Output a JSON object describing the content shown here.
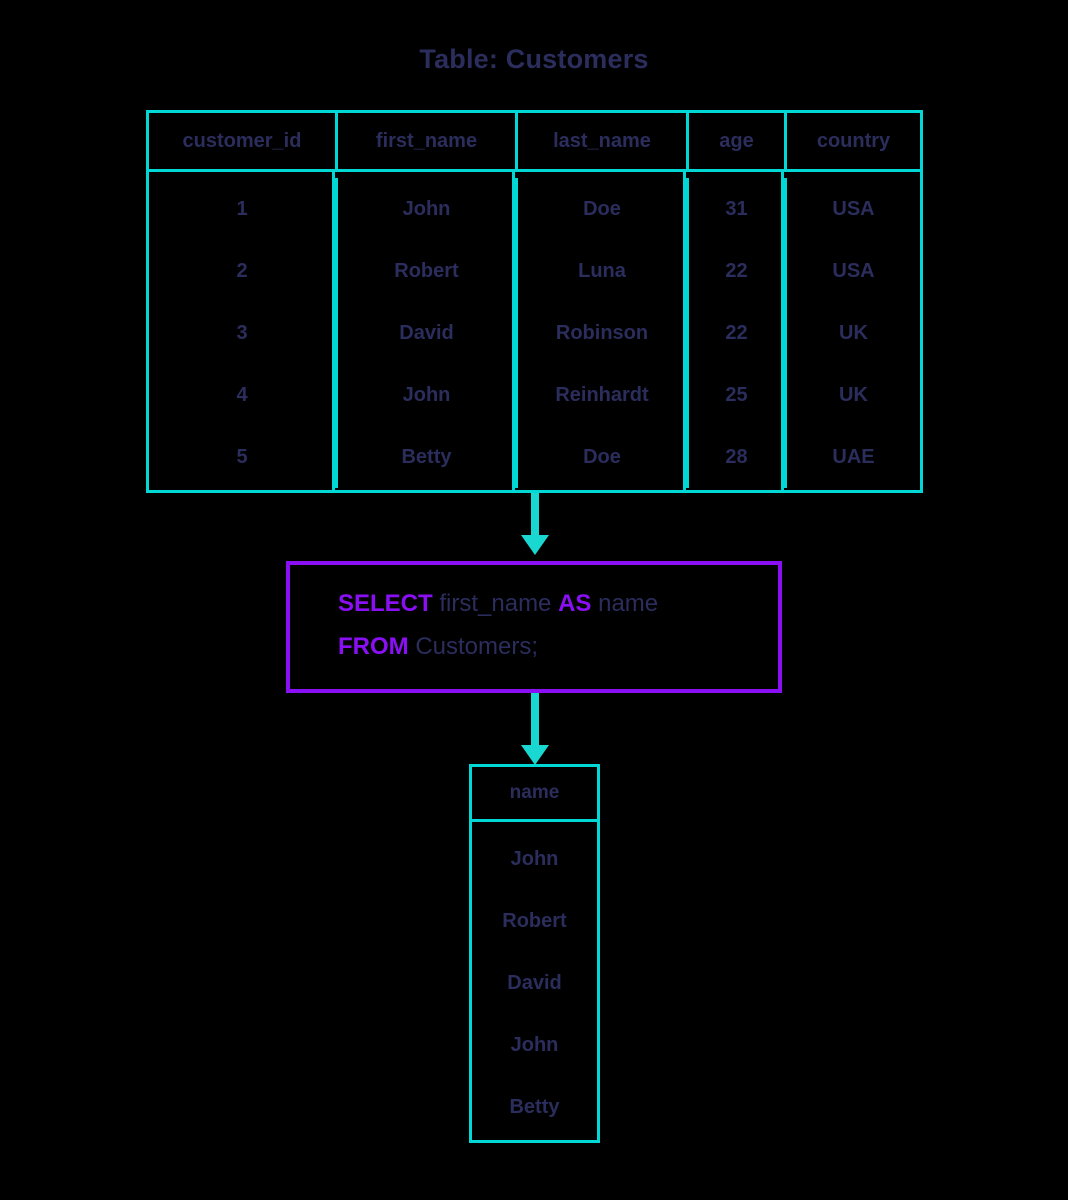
{
  "title": "Table: Customers",
  "colors": {
    "background": "#000000",
    "table_border": "#00D8D6",
    "arrow": "#19D8D2",
    "query_border": "#8A0FF5",
    "keyword": "#8A0FF5",
    "text": "#2B2D5C"
  },
  "source_table": {
    "name": "Customers",
    "columns": [
      "customer_id",
      "first_name",
      "last_name",
      "age",
      "country"
    ],
    "rows": [
      [
        "1",
        "John",
        "Doe",
        "31",
        "USA"
      ],
      [
        "2",
        "Robert",
        "Luna",
        "22",
        "USA"
      ],
      [
        "3",
        "David",
        "Robinson",
        "22",
        "UK"
      ],
      [
        "4",
        "John",
        "Reinhardt",
        "25",
        "UK"
      ],
      [
        "5",
        "Betty",
        "Doe",
        "28",
        "UAE"
      ]
    ]
  },
  "query": {
    "line1": {
      "keyword1": "SELECT",
      "column": "first_name",
      "keyword2": "AS",
      "alias": "name"
    },
    "line2": {
      "keyword1": "FROM",
      "table": "Customers;"
    },
    "full_text": "SELECT first_name AS name FROM Customers;"
  },
  "result_table": {
    "columns": [
      "name"
    ],
    "rows": [
      "John",
      "Robert",
      "David",
      "John",
      "Betty"
    ]
  },
  "arrows": [
    {
      "name": "source-to-query"
    },
    {
      "name": "query-to-result"
    }
  ]
}
